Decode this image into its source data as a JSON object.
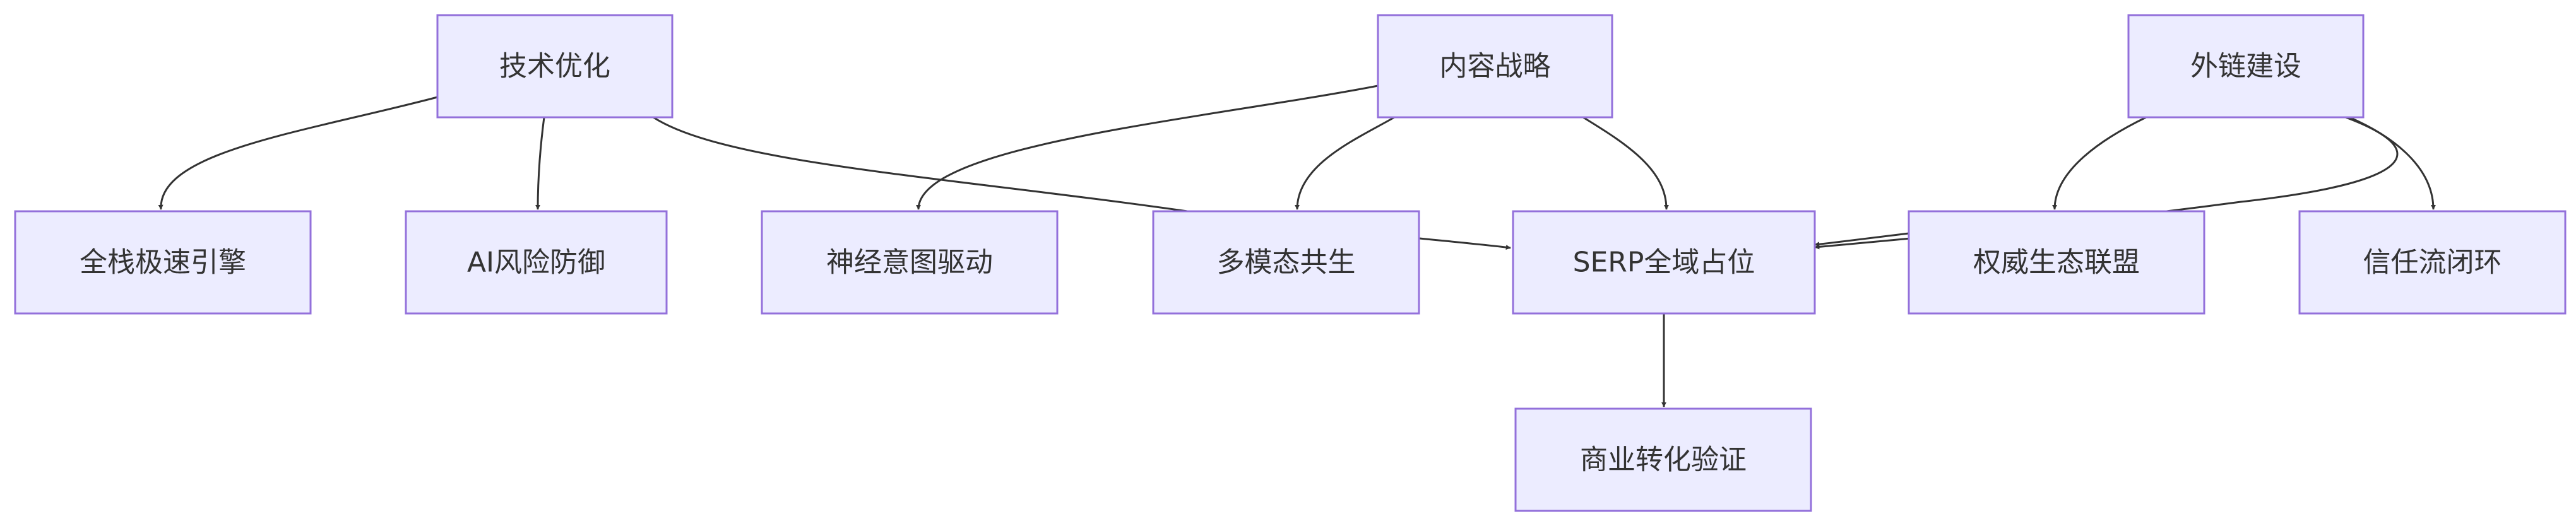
{
  "nodes": {
    "tech": "技术优化",
    "content": "内容战略",
    "links": "外链建设",
    "fullstack": "全栈极速引擎",
    "ai_risk": "AI风险防御",
    "neural": "神经意图驱动",
    "multimodal": "多模态共生",
    "serp": "SERP全域占位",
    "authority": "权威生态联盟",
    "trust": "信任流闭环",
    "conversion": "商业转化验证"
  }
}
